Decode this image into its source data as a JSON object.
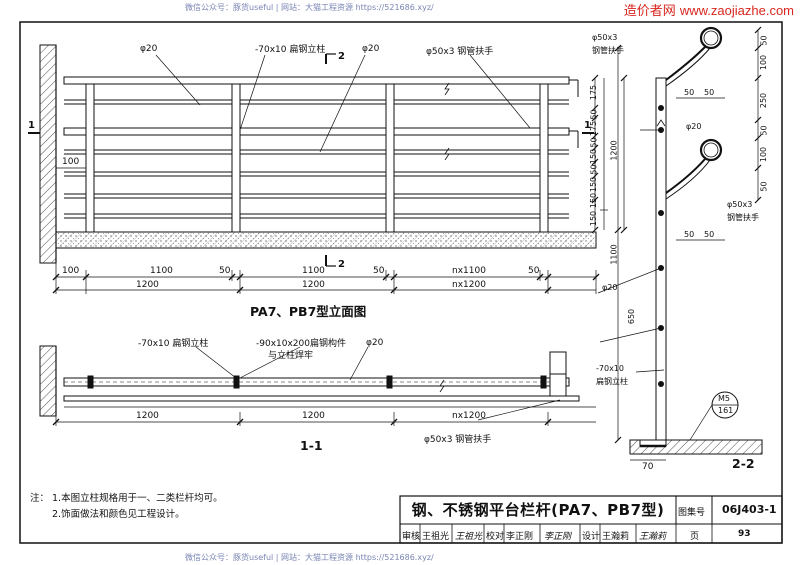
{
  "watermark": {
    "text": "微信公众号：豚货useful | 网站：大猫工程资源 https://521686.xyz/"
  },
  "brand": {
    "cn": "造价者网",
    "en": "www.zaojiazhe.com"
  },
  "elevation": {
    "caption": "PA7、PB7型立面图",
    "top_label_phi20_a": "φ20",
    "top_label_post": "-70x10 扁钢立柱",
    "top_label_phi20_b": "φ20",
    "top_label_handrail": "φ50x3 钢管扶手",
    "section_marker": "2",
    "section_1": "1",
    "dim_100_left": "100",
    "dim_row1": [
      "100",
      "1100",
      "50",
      "1100",
      "50",
      "nx1100",
      "50"
    ],
    "dim_row2": [
      "1200",
      "1200",
      "nx1200"
    ]
  },
  "section11": {
    "caption": "1-1",
    "label_post": "-70x10 扁钢立柱",
    "label_bracket_1": "-90x10x200扁钢构件",
    "label_bracket_2": "与立柱焊牢",
    "label_phi20": "φ20",
    "dims": [
      "1200",
      "1200",
      "nx1200"
    ],
    "label_handrail": "φ50x3 钢管扶手"
  },
  "section22": {
    "caption": "2-2",
    "label_handrail_top_1": "φ50x3",
    "label_handrail_top_2": "钢管扶手",
    "label_phi20_a": "φ20",
    "label_handrail_mid_1": "φ50x3",
    "label_handrail_mid_2": "钢管扶手",
    "label_phi20_b": "φ20",
    "label_post_1": "-70x10",
    "label_post_2": "扁钢立柱",
    "detail_ref_top": "M5",
    "detail_ref_bot": "161",
    "dim_bottom_70": "70",
    "dims_left": [
      "175",
      "50",
      "175",
      "50",
      "150",
      "50",
      "150",
      "150",
      "150",
      "1200",
      "1100",
      "650"
    ],
    "dims_small": [
      "50",
      "50",
      "50",
      "50"
    ],
    "dims_right": [
      "50",
      "100",
      "250",
      "50",
      "100",
      "50"
    ]
  },
  "notes": {
    "label": "注：",
    "line1": "1.本图立柱规格用于一、二类栏杆均可。",
    "line2": "2.饰面做法和颜色见工程设计。"
  },
  "title_block": {
    "title": "钢、不锈钢平台栏杆(PA7、PB7型)",
    "atlas_label": "图集号",
    "atlas_no": "06J403-1",
    "review_label": "审核",
    "review_name": "王祖光",
    "review_sig": "王祖光",
    "check_label": "校对",
    "check_name": "李正刚",
    "check_sig": "李正刚",
    "design_label": "设计",
    "design_name": "王瀚莉",
    "design_sig": "王瀚莉",
    "page_label": "页",
    "page_no": "93"
  }
}
